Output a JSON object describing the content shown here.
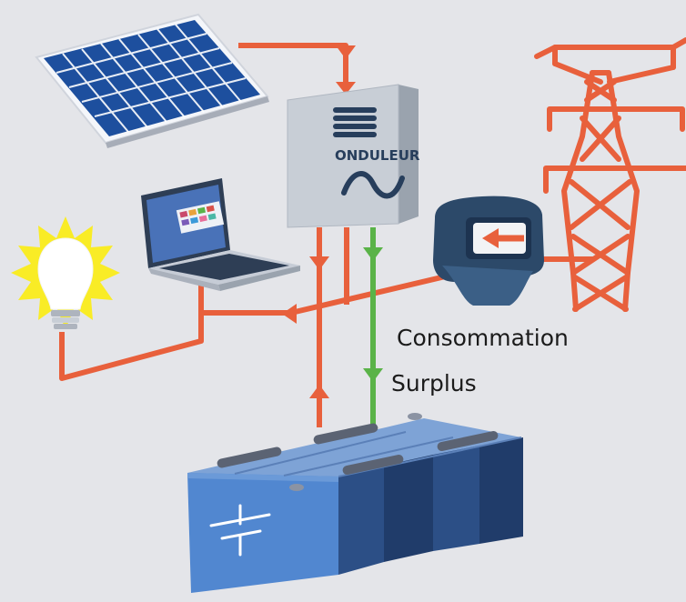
{
  "inverter": {
    "label": "ONDULEUR"
  },
  "labels": {
    "consumption": "Consommation",
    "surplus": "Surplus"
  },
  "icons": [
    "solar-panel-icon",
    "inverter-icon",
    "laptop-icon",
    "light-bulb-icon",
    "electric-meter-icon",
    "power-pylon-icon",
    "battery-bank-icon"
  ],
  "colors": {
    "consumption_line": "#e8603c",
    "surplus_line": "#5ab348",
    "background": "#e4e5e9"
  }
}
